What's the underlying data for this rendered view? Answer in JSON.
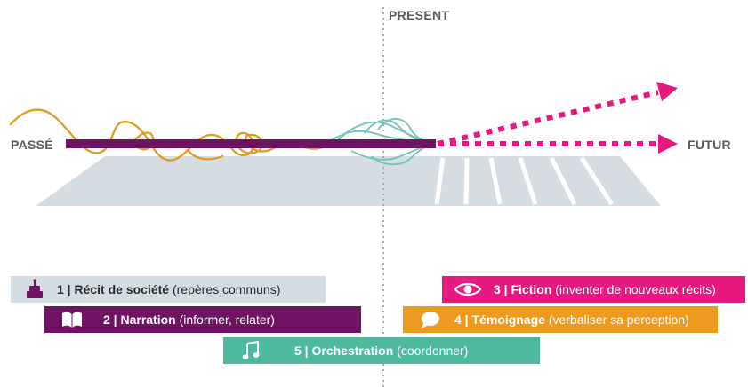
{
  "labels": {
    "present": "PRESENT",
    "past": "PASSÉ",
    "future": "FUTUR"
  },
  "colors": {
    "timeline": "#6e1463",
    "past_thread": "#e39a1e",
    "present_thread": "#6cc5b6",
    "future_arrows": "#e6197f",
    "ground": "#d5dde3",
    "dotted_line": "#a9a9a9"
  },
  "bars": [
    {
      "id": "recit",
      "number_label": "1 | Récit de société",
      "detail": "(repères communs)",
      "icon": "cake-icon",
      "color": "#d2dce2",
      "text_color": "#2a2a2a"
    },
    {
      "id": "narration",
      "number_label": "2 | Narration",
      "detail": "(informer, relater)",
      "icon": "book-icon",
      "color": "#6e1463",
      "text_color": "#ffffff"
    },
    {
      "id": "fiction",
      "number_label": "3 | Fiction",
      "detail": "(inventer de nouveaux récits)",
      "icon": "eye-icon",
      "color": "#e6197f",
      "text_color": "#ffffff"
    },
    {
      "id": "temoignage",
      "number_label": "4 | Témoignage",
      "detail": "(verbaliser sa perception)",
      "icon": "speech-bubble-icon",
      "color": "#ee9a1e",
      "text_color": "#ffffff"
    },
    {
      "id": "orchestration",
      "number_label": "5 | Orchestration",
      "detail": "(coordonner)",
      "icon": "music-note-icon",
      "color": "#4db99e",
      "text_color": "#ffffff"
    }
  ]
}
